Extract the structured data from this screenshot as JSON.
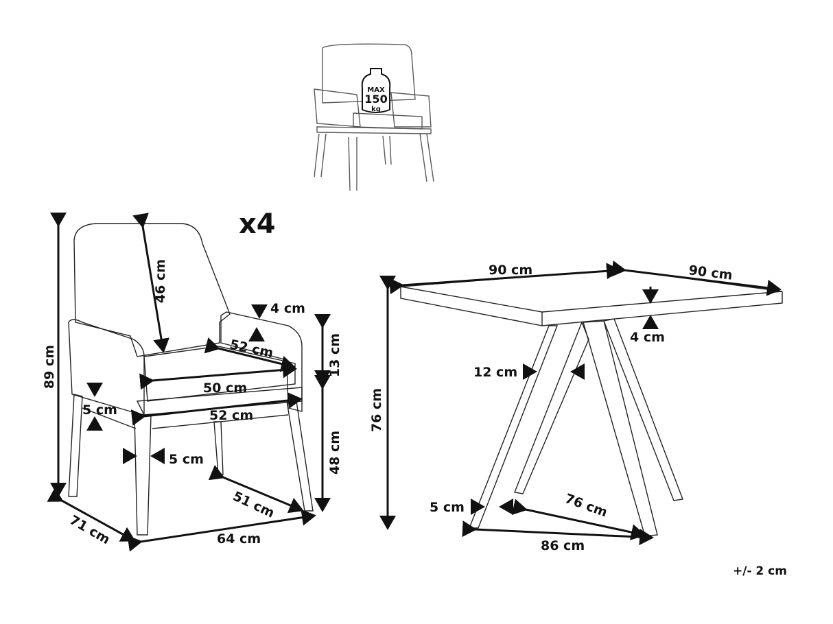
{
  "diagram": {
    "title_multiplier": "x4",
    "weight_badge": {
      "line1": "MAX",
      "line2": "150",
      "line3": "kg"
    },
    "chair_dimensions": {
      "total_height": "89 cm",
      "backrest_height": "46 cm",
      "armrest_thickness": "4 cm",
      "armrest_length": "52 cm",
      "armrest_height": "13 cm",
      "seat_width": "50 cm",
      "seat_thickness": "5 cm",
      "frame_width": "52 cm",
      "leg_width": "5 cm",
      "seat_height": "48 cm",
      "inner_depth": "51 cm",
      "depth": "71 cm",
      "width": "64 cm"
    },
    "table_dimensions": {
      "top_width": "90 cm",
      "top_depth": "90 cm",
      "top_thickness": "4 cm",
      "height": "76 cm",
      "leg_width": "12 cm",
      "leg_thickness": "5 cm",
      "leg_span_inner": "76 cm",
      "leg_span_outer": "86 cm"
    },
    "tolerance": "+/- 2 cm"
  }
}
